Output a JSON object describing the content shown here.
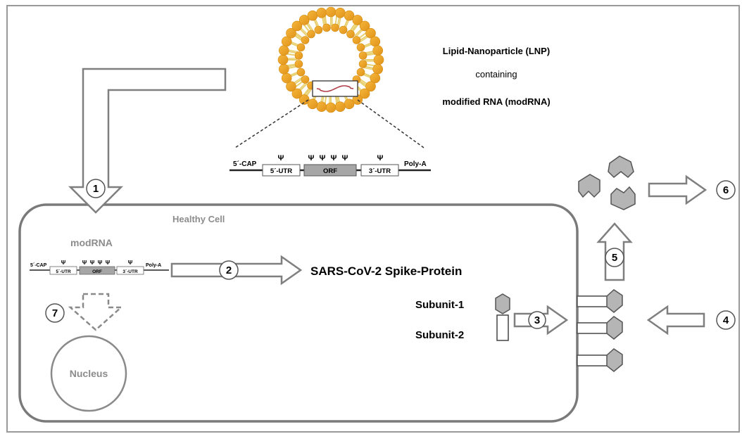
{
  "lnp": {
    "title": "Lipid-Nanoparticle (LNP)",
    "containing": "containing",
    "subtitle": "modified RNA (modRNA)"
  },
  "construct_large": {
    "cap": "5´-CAP",
    "utr5": "5´-UTR",
    "orf": "ORF",
    "utr3": "3´-UTR",
    "polya": "Poly-A",
    "psi": "Ψ"
  },
  "construct_small": {
    "cap": "5´-CAP",
    "utr5": "5´-UTR",
    "orf": "ORF",
    "utr3": "3´-UTR",
    "polya": "Poly-A",
    "psi": "Ψ"
  },
  "cell": {
    "label": "Healthy Cell",
    "modrna": "modRNA",
    "nucleus": "Nucleus",
    "spike": "SARS-CoV-2 Spike-Protein",
    "subunit1": "Subunit-1",
    "subunit2": "Subunit-2"
  },
  "steps": [
    "1",
    "2",
    "3",
    "4",
    "5",
    "6",
    "7"
  ],
  "colors": {
    "lipid_head": "#f0a020",
    "lipid_tail": "#e8d070",
    "outline": "#7f7f7f",
    "protein": "#b5b5b5",
    "orf_fill": "#a6a6a6",
    "cell_border": "#7a7a7a"
  }
}
